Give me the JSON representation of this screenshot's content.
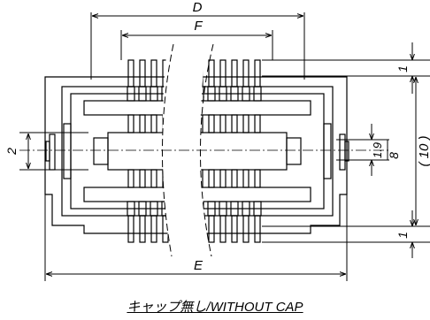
{
  "dimensions": {
    "D": "D",
    "F": "F",
    "E": "E",
    "top_pin_length": "1",
    "bottom_pin_length": "1",
    "overall_height": "( 10 )",
    "left_height": "2",
    "center_gap": "1.9",
    "center_height": "8"
  },
  "caption": "キャップ無し/WITHOUT CAP"
}
